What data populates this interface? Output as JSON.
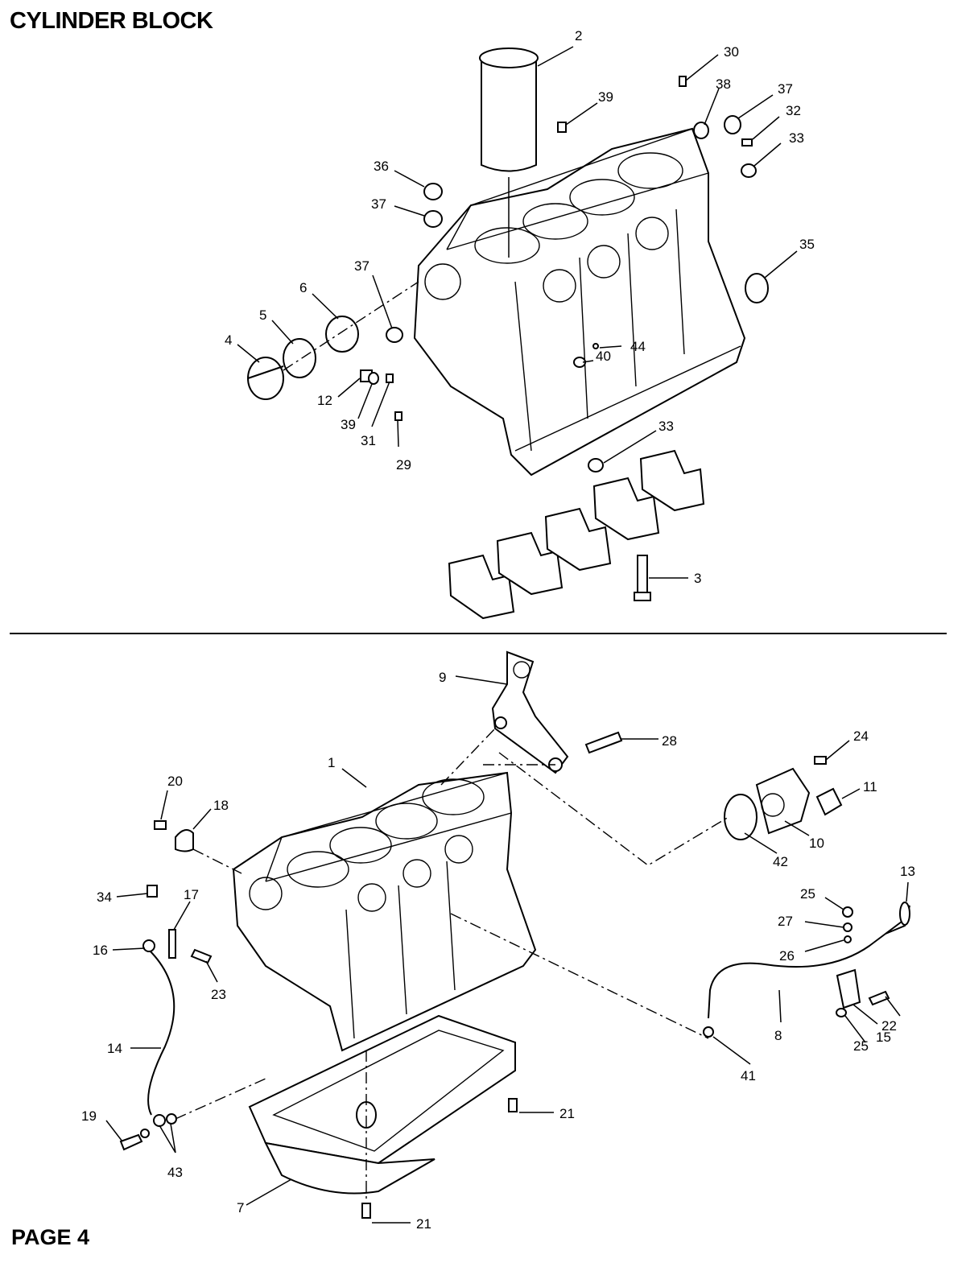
{
  "header": {
    "title": "CYLINDER BLOCK"
  },
  "footer": {
    "page": "PAGE 4"
  },
  "callouts": {
    "c1": "1",
    "c2": "2",
    "c3": "3",
    "c4": "4",
    "c5": "5",
    "c6": "6",
    "c7": "7",
    "c8": "8",
    "c9": "9",
    "c10": "10",
    "c11": "11",
    "c12": "12",
    "c13": "13",
    "c14": "14",
    "c15": "15",
    "c16": "16",
    "c17": "17",
    "c18": "18",
    "c19": "19",
    "c20": "20",
    "c21": "21",
    "c22": "22",
    "c23": "23",
    "c24": "24",
    "c25": "25",
    "c26": "26",
    "c27": "27",
    "c28": "28",
    "c29": "29",
    "c30": "30",
    "c31": "31",
    "c32": "32",
    "c33": "33",
    "c34": "34",
    "c35": "35",
    "c36": "36",
    "c37": "37",
    "c38": "38",
    "c39": "39",
    "c40": "40",
    "c41": "41",
    "c42": "42",
    "c43": "43",
    "c44": "44"
  }
}
